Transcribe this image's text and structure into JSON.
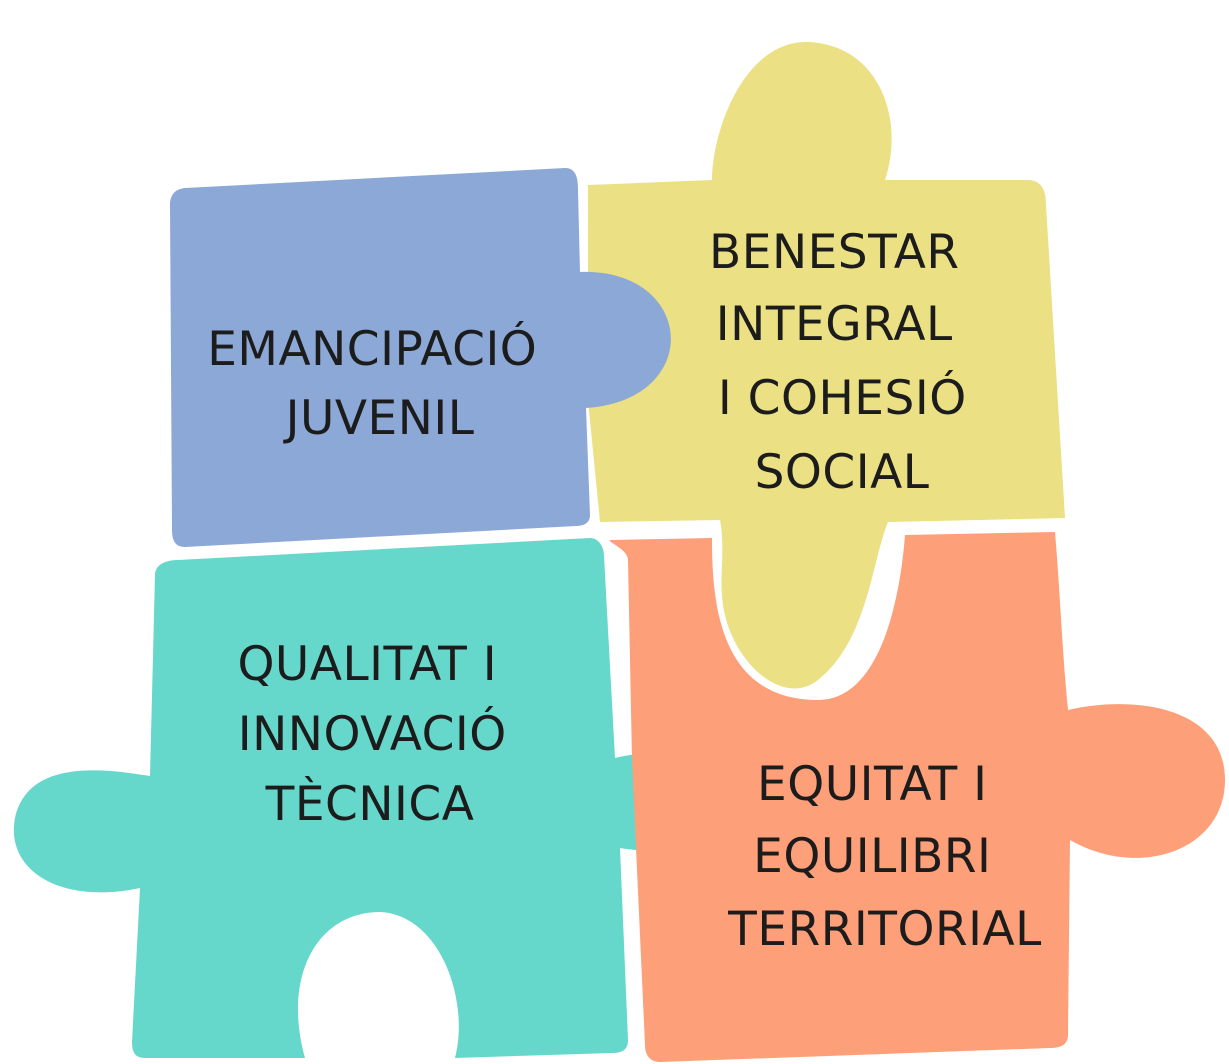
{
  "diagram": {
    "pieces": [
      {
        "id": "emancipacio",
        "lines": [
          "EMANCIPACIÓ",
          "JUVENIL"
        ],
        "color": "#8ca8d6"
      },
      {
        "id": "benestar",
        "lines": [
          "BENESTAR",
          "INTEGRAL",
          "I COHESIÓ",
          "SOCIAL"
        ],
        "color": "#ebe083"
      },
      {
        "id": "qualitat",
        "lines": [
          "QUALITAT I",
          "INNOVACIÓ",
          "TÈCNICA"
        ],
        "color": "#66d7cb"
      },
      {
        "id": "equitat",
        "lines": [
          "EQUITAT I",
          "EQUILIBRI",
          "TERRITORIAL"
        ],
        "color": "#fd9f79"
      }
    ]
  }
}
